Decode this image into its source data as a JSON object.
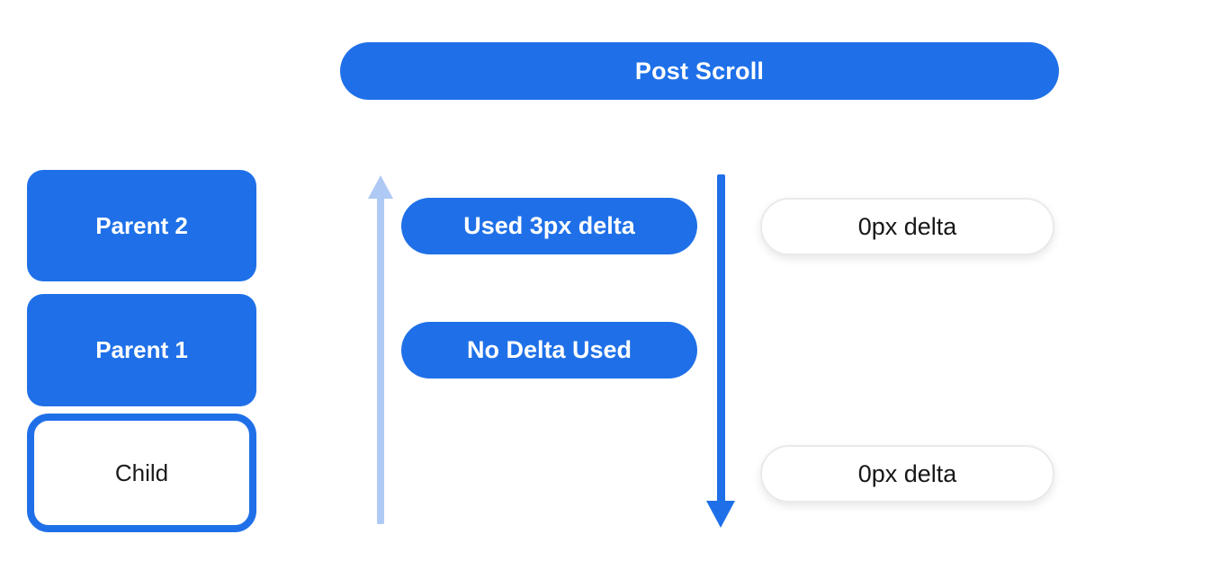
{
  "banner": {
    "label": "Post Scroll"
  },
  "scroller_stack": {
    "parents": [
      {
        "label": "Parent 2"
      },
      {
        "label": "Parent 1"
      }
    ],
    "child": {
      "label": "Child"
    }
  },
  "delta_usage": {
    "badges": [
      {
        "label": "Used 3px delta"
      },
      {
        "label": "No Delta Used"
      }
    ]
  },
  "remaining_delta": {
    "badges": [
      {
        "label": "0px delta"
      },
      {
        "label": "0px delta"
      }
    ]
  },
  "icons": {
    "up_arrow": "arrow-up",
    "down_arrow": "arrow-down"
  },
  "colors": {
    "primary_blue": "#1f70e8",
    "light_blue_arrow": "#aec9f4",
    "white_pill_border": "#eaeaea",
    "dark_text": "#1b1b1b",
    "white": "#ffffff"
  }
}
